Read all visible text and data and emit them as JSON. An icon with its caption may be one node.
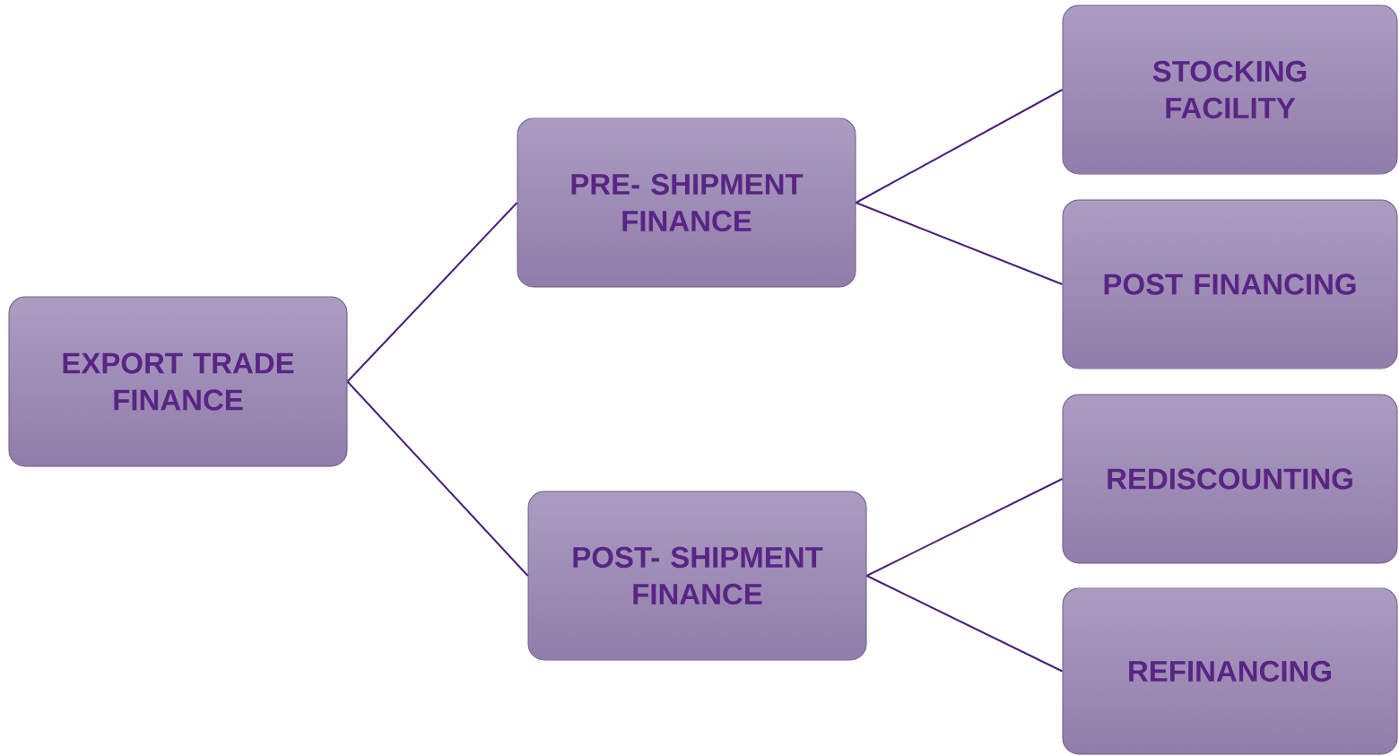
{
  "diagram": {
    "nodes": [
      {
        "text": [
          "EXPORT TRADE FINANCE"
        ]
      },
      {
        "text": [
          "PRE- SHIPMENT FINANCE"
        ]
      },
      {
        "text": [
          "POST- SHIPMENT FINANCE"
        ]
      },
      {
        "text": [
          "STOCKING FACILITY"
        ]
      },
      {
        "text": [
          "POST FINANCING"
        ]
      },
      {
        "text": [
          "REDISCOUNTING"
        ]
      },
      {
        "text": [
          "REFINANCING"
        ]
      }
    ],
    "edges": [
      {
        "from": 0,
        "to": 1,
        "arrow": "none"
      },
      {
        "from": 0,
        "to": 2,
        "arrow": "none"
      },
      {
        "from": 1,
        "to": 3,
        "arrow": "none"
      },
      {
        "from": 1,
        "to": 4,
        "arrow": "none"
      },
      {
        "from": 2,
        "to": 5,
        "arrow": "none"
      },
      {
        "from": 2,
        "to": 6,
        "arrow": "none"
      }
    ]
  }
}
